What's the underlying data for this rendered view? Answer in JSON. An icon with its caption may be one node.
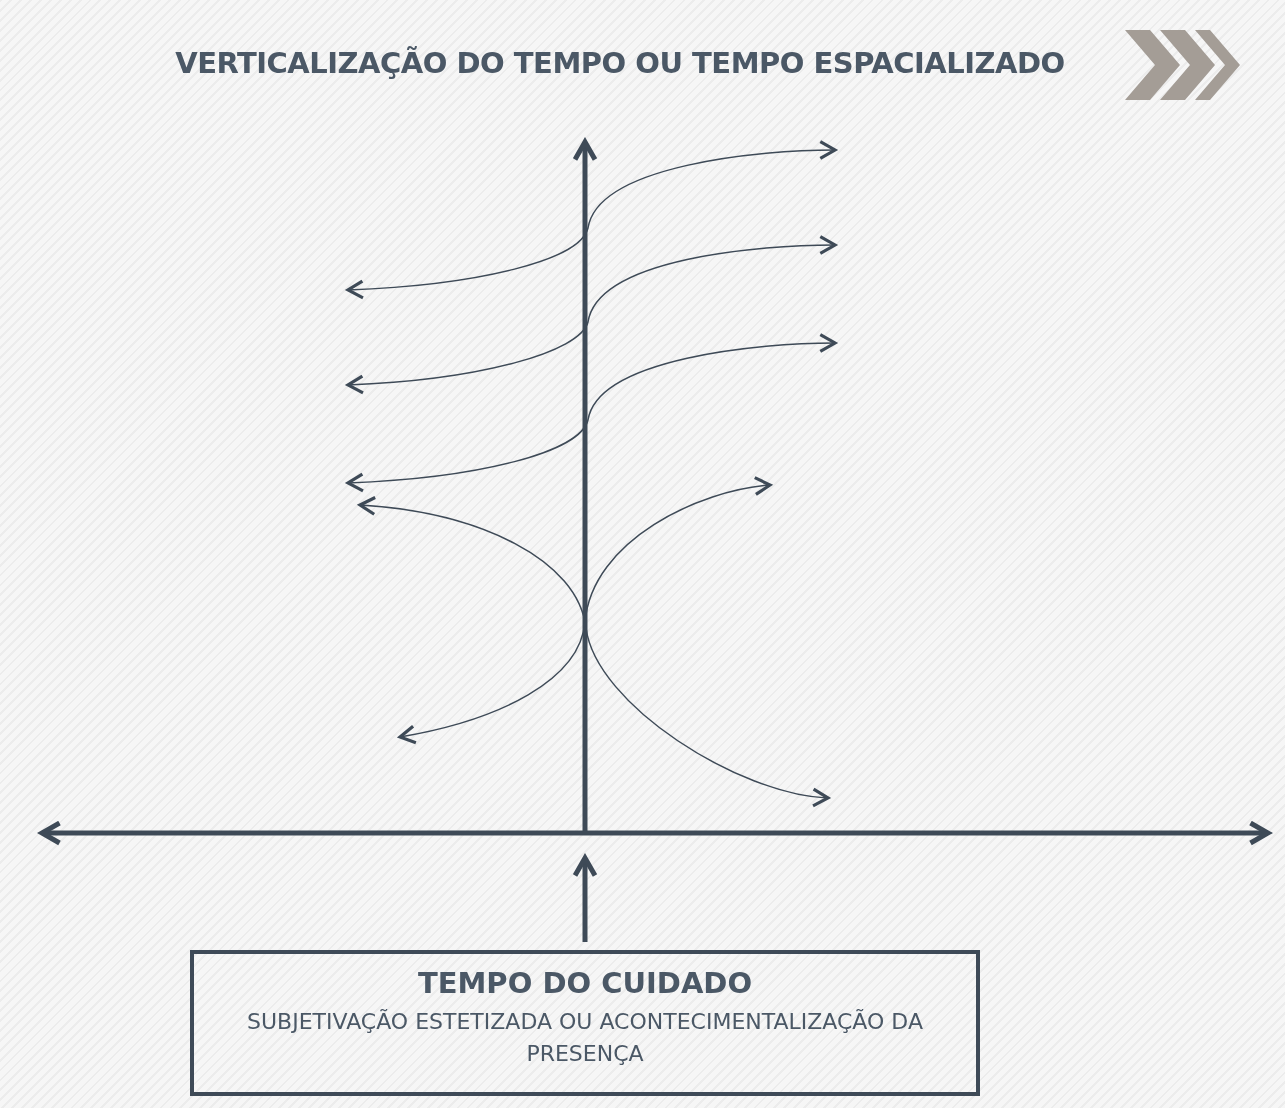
{
  "diagram": {
    "title": "VERTICALIZAÇÃO DO TEMPO OU TEMPO ESPACIALIZADO",
    "nodes": [
      {
        "text": [
          "TEMPO DO CUIDADO",
          "SUBJETIVAÇÃO ESTETIZADA OU ACONTECIMENTALIZAÇÃO DA PRESENÇA"
        ]
      },
      {
        "text": [],
        "shape": "picture"
      }
    ],
    "edges": [
      {
        "from": 0,
        "to": 1,
        "arrow": "to"
      }
    ]
  }
}
